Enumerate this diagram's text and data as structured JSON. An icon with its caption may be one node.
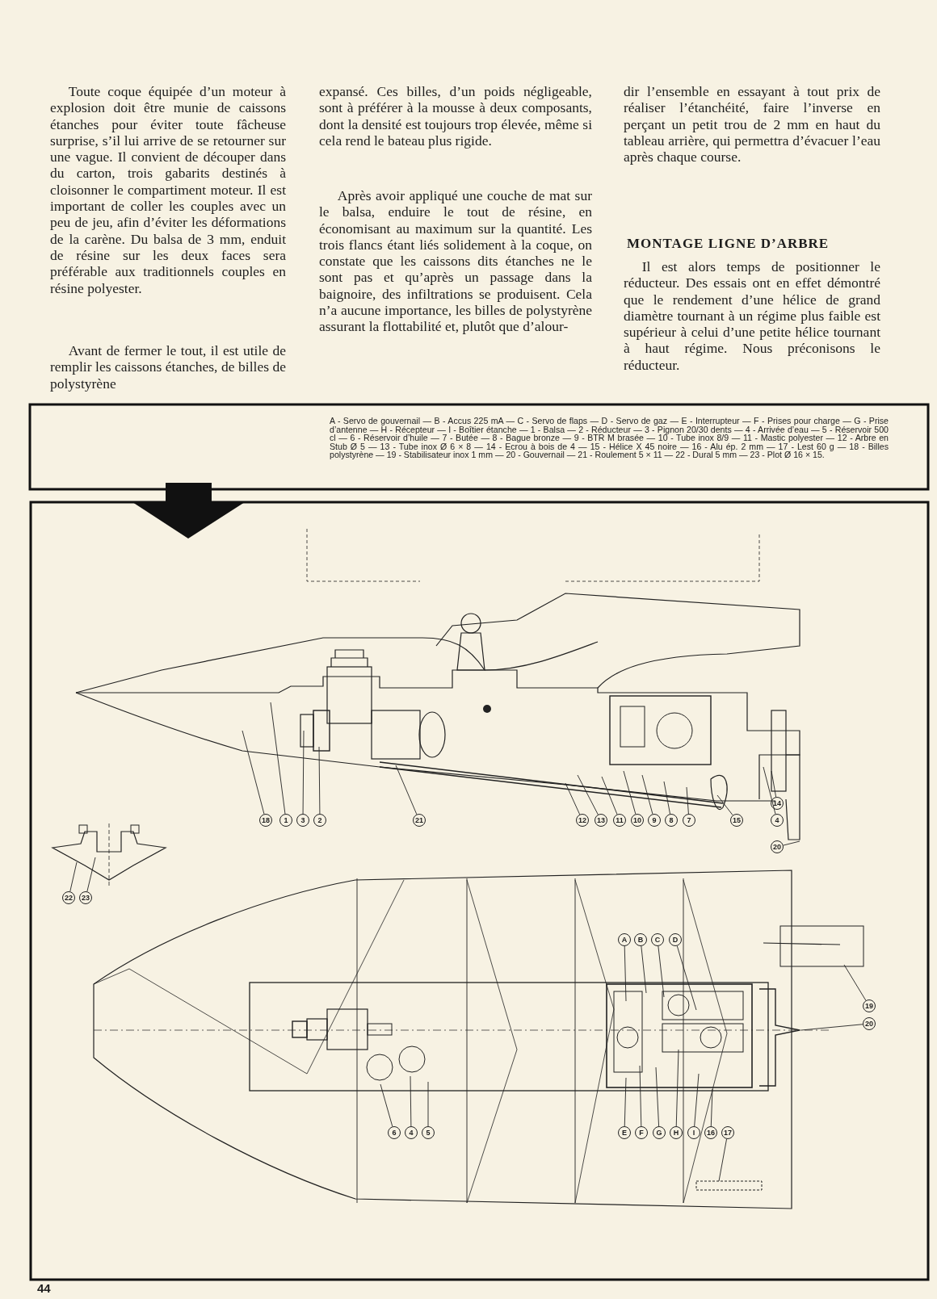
{
  "diagram": {
    "nodes": [
      {
        "text": [
          "14"
        ]
      },
      {
        "text": [
          "18"
        ]
      },
      {
        "text": [
          "1"
        ]
      },
      {
        "text": [
          "3"
        ]
      },
      {
        "text": [
          "2"
        ]
      },
      {
        "text": [
          "21"
        ]
      },
      {
        "text": [
          "12"
        ]
      },
      {
        "text": [
          "13"
        ]
      },
      {
        "text": [
          "11"
        ]
      },
      {
        "text": [
          "10"
        ]
      },
      {
        "text": [
          "9"
        ]
      },
      {
        "text": [
          "8"
        ]
      },
      {
        "text": [
          "7"
        ]
      },
      {
        "text": [
          "15"
        ]
      },
      {
        "text": [
          "4"
        ]
      },
      {
        "text": [
          "20"
        ]
      },
      {
        "text": [
          "22"
        ]
      },
      {
        "text": [
          "23"
        ]
      },
      {
        "text": [
          "A"
        ]
      },
      {
        "text": [
          "B"
        ]
      },
      {
        "text": [
          "C"
        ]
      },
      {
        "text": [
          "D"
        ]
      },
      {
        "text": [
          "19"
        ]
      },
      {
        "text": [
          "20"
        ]
      },
      {
        "text": [
          "6"
        ]
      },
      {
        "text": [
          "4"
        ]
      },
      {
        "text": [
          "5"
        ]
      },
      {
        "text": [
          "E"
        ]
      },
      {
        "text": [
          "F"
        ]
      },
      {
        "text": [
          "G"
        ]
      },
      {
        "text": [
          "H"
        ]
      },
      {
        "text": [
          "I"
        ]
      },
      {
        "text": [
          "16"
        ]
      },
      {
        "text": [
          "17"
        ]
      }
    ],
    "edges": [
      {
        "from": 0,
        "to": null,
        "arrow": "none"
      },
      {
        "from": 1,
        "to": null,
        "arrow": "none"
      },
      {
        "from": 2,
        "to": null,
        "arrow": "none"
      },
      {
        "from": 3,
        "to": null,
        "arrow": "none"
      },
      {
        "from": 4,
        "to": null,
        "arrow": "none"
      },
      {
        "from": 5,
        "to": null,
        "arrow": "none"
      },
      {
        "from": 6,
        "to": null,
        "arrow": "none"
      },
      {
        "from": 7,
        "to": null,
        "arrow": "none"
      },
      {
        "from": 8,
        "to": null,
        "arrow": "none"
      },
      {
        "from": 9,
        "to": null,
        "arrow": "none"
      },
      {
        "from": 10,
        "to": null,
        "arrow": "none"
      },
      {
        "from": 11,
        "to": null,
        "arrow": "none"
      },
      {
        "from": 12,
        "to": null,
        "arrow": "none"
      },
      {
        "from": 13,
        "to": null,
        "arrow": "none"
      },
      {
        "from": 14,
        "to": null,
        "arrow": "none"
      },
      {
        "from": 15,
        "to": null,
        "arrow": "none"
      },
      {
        "from": 16,
        "to": null,
        "arrow": "none"
      },
      {
        "from": 17,
        "to": null,
        "arrow": "none"
      },
      {
        "from": 18,
        "to": null,
        "arrow": "none"
      },
      {
        "from": 19,
        "to": null,
        "arrow": "none"
      },
      {
        "from": 20,
        "to": null,
        "arrow": "none"
      },
      {
        "from": 21,
        "to": null,
        "arrow": "none"
      },
      {
        "from": 22,
        "to": null,
        "arrow": "none"
      },
      {
        "from": 23,
        "to": null,
        "arrow": "none"
      },
      {
        "from": 24,
        "to": null,
        "arrow": "none"
      },
      {
        "from": 25,
        "to": null,
        "arrow": "none"
      },
      {
        "from": 26,
        "to": null,
        "arrow": "none"
      },
      {
        "from": 27,
        "to": null,
        "arrow": "none"
      },
      {
        "from": 28,
        "to": null,
        "arrow": "none"
      },
      {
        "from": 29,
        "to": null,
        "arrow": "none"
      },
      {
        "from": 30,
        "to": null,
        "arrow": "none"
      },
      {
        "from": 31,
        "to": null,
        "arrow": "none"
      },
      {
        "from": 32,
        "to": null,
        "arrow": "none"
      },
      {
        "from": 33,
        "to": null,
        "arrow": "none"
      }
    ],
    "labels": [
      "Toute coque équipée d’un moteur à explosion doit être munie de caissons étanches pour éviter toute fâcheuse surprise, s’il lui arrive de se retourner sur une vague. Il convient de découper dans du carton, trois gabarits destinés à cloisonner le compartiment moteur. Il est important de coller les couples avec un peu de jeu, afin d’éviter les déformations de la carène. Du balsa de 3 mm, enduit de résine sur les deux faces sera préférable aux traditionnels couples en résine polyester.",
      "Avant de fermer le tout, il est utile de remplir les caissons étanches, de billes de polystyrène",
      "expansé. Ces billes, d’un poids négligeable, sont à préférer à la mousse à deux composants, dont la densité est toujours trop élevée, même si cela rend le bateau plus rigide.",
      "Après avoir appliqué une couche de mat sur le balsa, enduire le tout de résine, en économisant au maximum sur la quantité. Les trois flancs étant liés solidement à la coque, on constate que les caissons dits étanches ne le sont pas et qu’après un passage dans la baignoire, des infiltrations se produisent. Cela n’a aucune importance, les billes de polystyrène assurant la flottabilité et, plutôt que d’alour-",
      "dir l’ensemble en essayant à tout prix de réaliser l’étanchéité, faire l’inverse en perçant un petit trou de 2 mm en haut du tableau arrière, qui permettra d’évacuer l’eau après chaque course.",
      "MONTAGE LIGNE D’ARBRE",
      "Il est alors temps de positionner le réducteur. Des essais ont en effet démontré que le rendement d’une hélice de grand diamètre tournant à un régime plus faible est supérieur à celui d’une petite hélice tournant à haut régime. Nous préconisons le réducteur.",
      "A - Servo de gouvernail — B - Accus 225 mA — C - Servo de flaps — D - Servo de gaz — E - Interrupteur — F - Prises pour charge — G - Prise d’antenne — H - Récepteur — I - Boîtier étanche — 1 - Balsa — 2 - Réducteur — 3 - Pignon 20/30 dents — 4 - Arrivée d’eau — 5 - Réservoir 500 cl — 6 - Réservoir d’huile — 7 - Butée — 8 - Bague bronze — 9 - BTR M brasée — 10 - Tube inox 8/9 — 11 - Mastic polyester — 12 - Arbre en Stub Ø 5 — 13 - Tube inox Ø 6 × 8 — 14 - Ecrou à bois de 4 — 15 - Hélice X 45 noire — 16 - Alu ép. 2 mm — 17 - Lest 60 g — 18 - Billes polystyrène — 19 - Stabilisateur inox 1 mm — 20 - Gouvernail — 21 - Roulement 5 × 11 — 22 - Dural 5 mm — 23 - Plot Ø 16 × 15.",
      "44"
    ]
  }
}
